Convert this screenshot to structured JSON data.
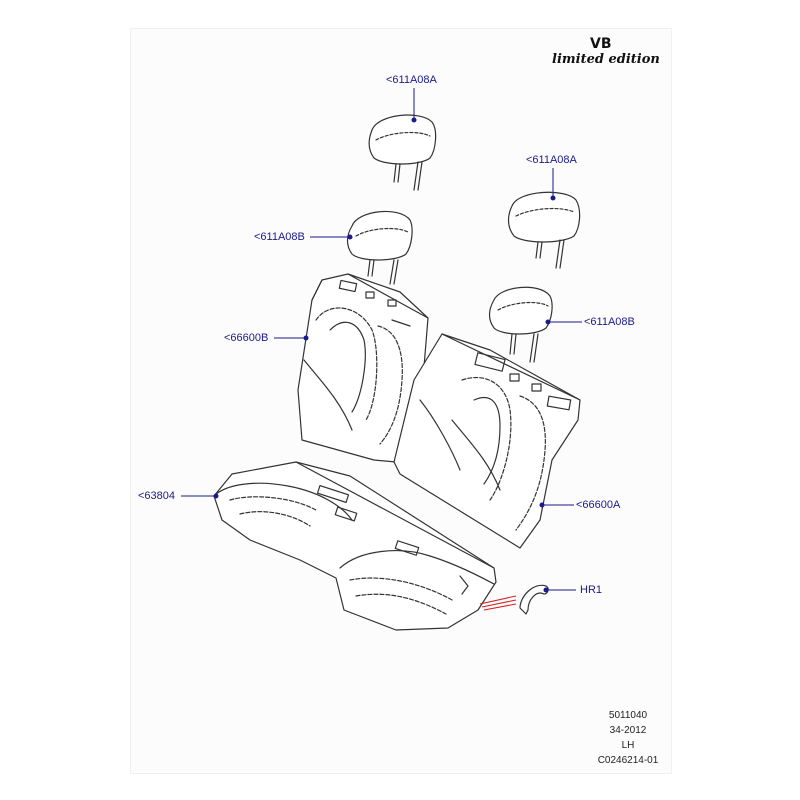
{
  "header": {
    "model_code": "VB",
    "edition": "limited edition"
  },
  "callouts": {
    "headrest_a_top": "<611A08A",
    "headrest_a_right": "<611A08A",
    "headrest_b_left": "<611A08B",
    "headrest_b_right": "<611A08B",
    "backrest_b": "<66600B",
    "backrest_a": "<66600A",
    "cushion": "<63804",
    "hr1": "HR1"
  },
  "footer": {
    "line1": "5011040",
    "line2": "34-2012",
    "line3": "LH",
    "line4": "C0246214-01"
  },
  "colors": {
    "callout_text": "#1a1a8c",
    "leader_line": "#1a1a8c",
    "outline": "#333333",
    "highlight": "#d02020"
  }
}
